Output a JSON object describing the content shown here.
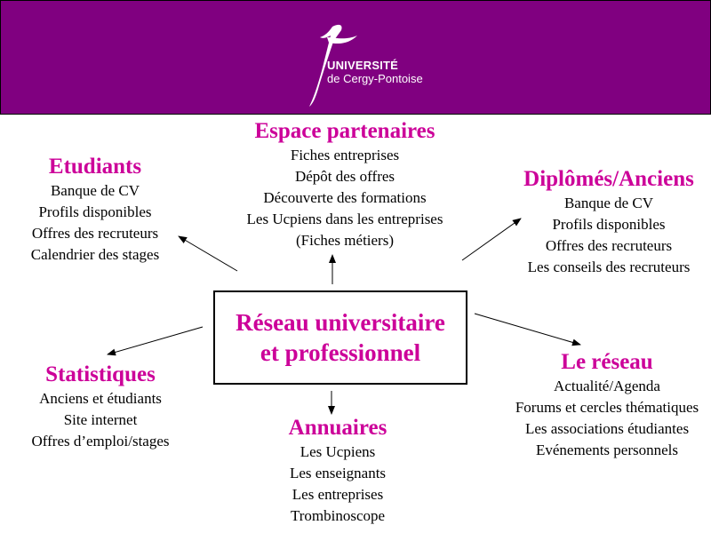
{
  "header": {
    "logo_line1": "UNIVERSITÉ",
    "logo_line2": "de Cergy-Pontoise"
  },
  "center": {
    "line1": "Réseau universitaire",
    "line2": "et professionnel"
  },
  "nodes": {
    "espace": {
      "title": "Espace partenaires",
      "items": [
        "Fiches entreprises",
        "Dépôt des offres",
        "Découverte des formations",
        "Les Ucpiens dans les entreprises",
        "(Fiches métiers)"
      ]
    },
    "etudiants": {
      "title": "Etudiants",
      "items": [
        "Banque de CV",
        "Profils disponibles",
        "Offres des recruteurs",
        "Calendrier des stages"
      ]
    },
    "diplomes": {
      "title": "Diplômés/Anciens",
      "items": [
        "Banque de CV",
        "Profils disponibles",
        "Offres des recruteurs",
        "Les conseils des recruteurs"
      ]
    },
    "statistiques": {
      "title": "Statistiques",
      "items": [
        "Anciens et étudiants",
        "Site internet",
        "Offres d’emploi/stages"
      ]
    },
    "reseau": {
      "title": "Le réseau",
      "items": [
        "Actualité/Agenda",
        "Forums et cercles thématiques",
        "Les associations étudiantes",
        "Evénements personnels"
      ]
    },
    "annuaires": {
      "title": "Annuaires",
      "items": [
        "Les Ucpiens",
        "Les enseignants",
        "Les entreprises",
        "Trombinoscope"
      ]
    }
  },
  "colors": {
    "banner": "#800080",
    "heading": "#cc0099"
  }
}
